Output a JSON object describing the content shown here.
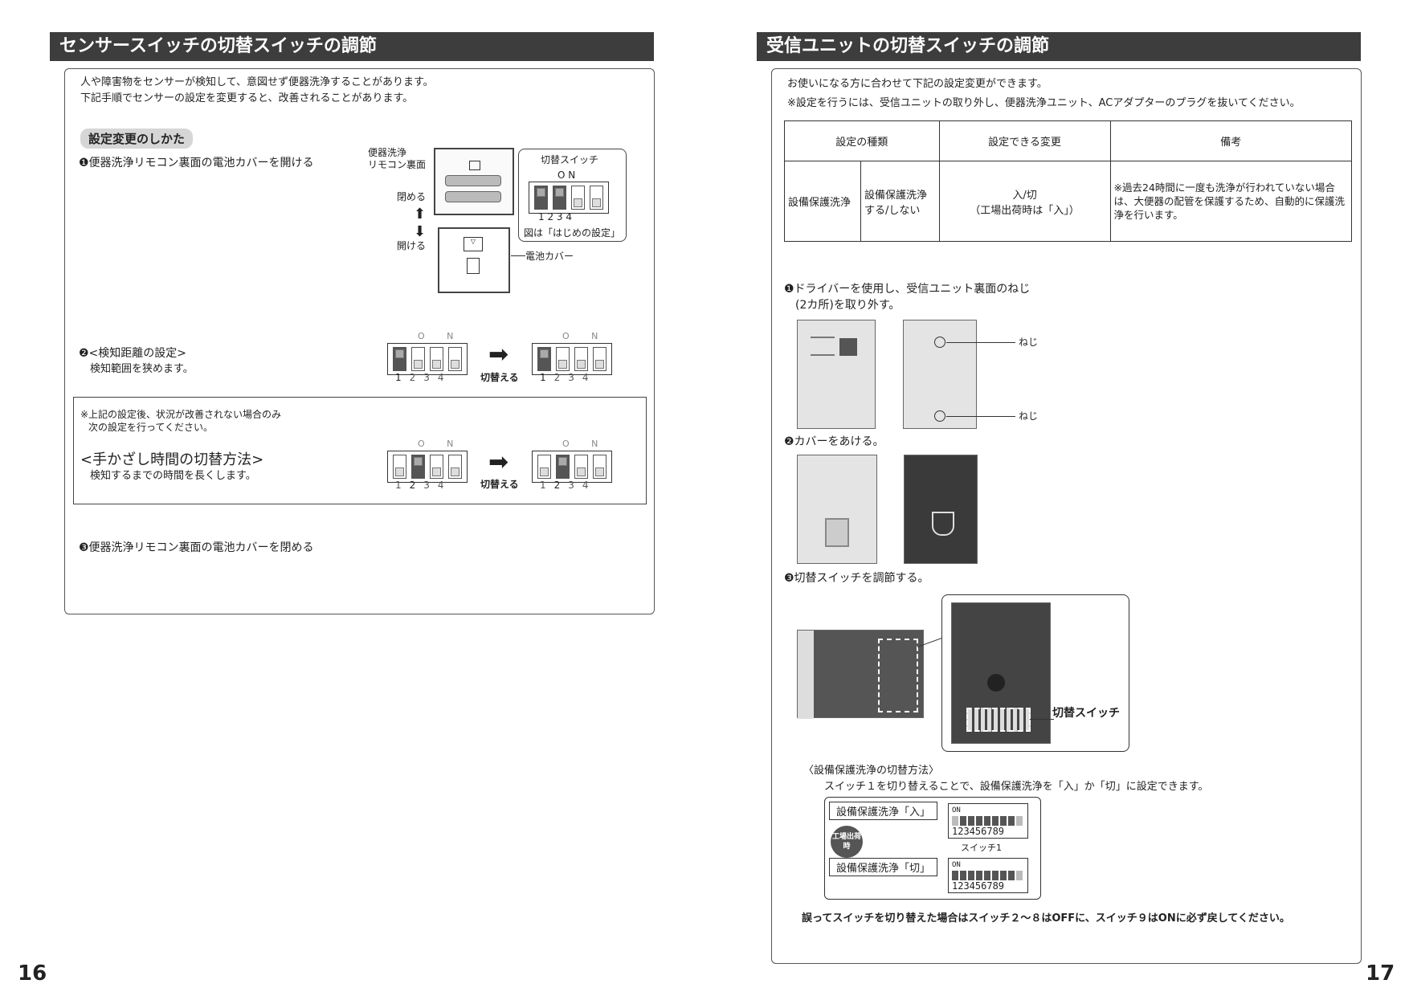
{
  "left": {
    "title": "センサースイッチの切替スイッチの調節",
    "intro1": "人や障害物をセンサーが検知して、意図せず便器洗浄することがあります。",
    "intro2": "下記手順でセンサーの設定を変更すると、改善されることがあります。",
    "section_label": "設定変更のしかた",
    "step1": "❶便器洗浄リモコン裏面の電池カバーを開ける",
    "remote_label1": "便器洗浄",
    "remote_label2": "リモコン裏面",
    "close_label": "閉める",
    "open_label": "開ける",
    "switch_callout": "切替スイッチ",
    "on_label": "O N",
    "switch_numbers": "1  2  3  4",
    "initial_note": "図は「はじめの設定」",
    "battery_cover": "電池カバー",
    "step2_title": "❷<検知距離の設定>",
    "step2_desc": "検知範囲を狭めます。",
    "switch_action": "切替える",
    "note1": "※上記の設定後、状況が改善されない場合のみ",
    "note2": "次の設定を行ってください。",
    "handwave_title": "<手かざし時間の切替方法>",
    "handwave_desc": "検知するまでの時間を長くします。",
    "step3": "❸便器洗浄リモコン裏面の電池カバーを閉める",
    "page_number": "16",
    "nums": [
      "1",
      "2",
      "3",
      "4"
    ]
  },
  "right": {
    "title": "受信ユニットの切替スイッチの調節",
    "intro1": "お使いになる方に合わせて下記の設定変更ができます。",
    "intro2": "※設定を行うには、受信ユニットの取り外し、便器洗浄ユニット、ACアダプターのプラグを抜いてください。",
    "table": {
      "h1": "設定の種類",
      "h2": "設定できる変更",
      "h3": "備考",
      "c1": "設備保護洗浄",
      "c2": "設備保護洗浄 する/しない",
      "c3a": "入/切",
      "c3b": "（工場出荷時は「入」）",
      "c4": "※過去24時間に一度も洗浄が行われていない場合は、大便器の配管を保護するため、自動的に保護洗浄を行います。"
    },
    "step1a": "❶ドライバーを使用し、受信ユニット裏面のねじ",
    "step1b": "(2カ所)を取り外す。",
    "screw": "ねじ",
    "step2": "❷カバーをあける。",
    "step3": "❸切替スイッチを調節する。",
    "switch_label": "切替スイッチ",
    "method_title": "〈設備保護洗浄の切替方法〉",
    "method_desc": "スイッチ１を切り替えることで、設備保護洗浄を「入」か「切」に設定できます。",
    "on_box": "設備保護洗浄「入」",
    "off_box": "設備保護洗浄「切」",
    "factory_badge": "工場出荷時",
    "dip_on": "ON",
    "dip_nums": "123456789",
    "switch1": "スイッチ1",
    "warning": "誤ってスイッチを切り替えた場合はスイッチ２～８はOFFに、スイッチ９はONに必ず戻してください。",
    "page_number": "17"
  }
}
